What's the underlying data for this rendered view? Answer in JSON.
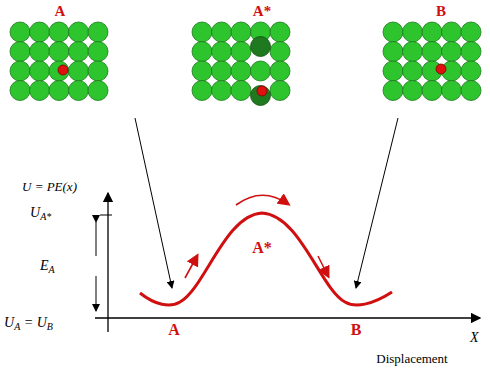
{
  "diagram": {
    "labels": [
      "A",
      "A*",
      "B",
      "U = PE(x)",
      "UA*",
      "EA",
      "UA = UB",
      "A*",
      "A",
      "B",
      "X",
      "Displacement"
    ]
  }
}
